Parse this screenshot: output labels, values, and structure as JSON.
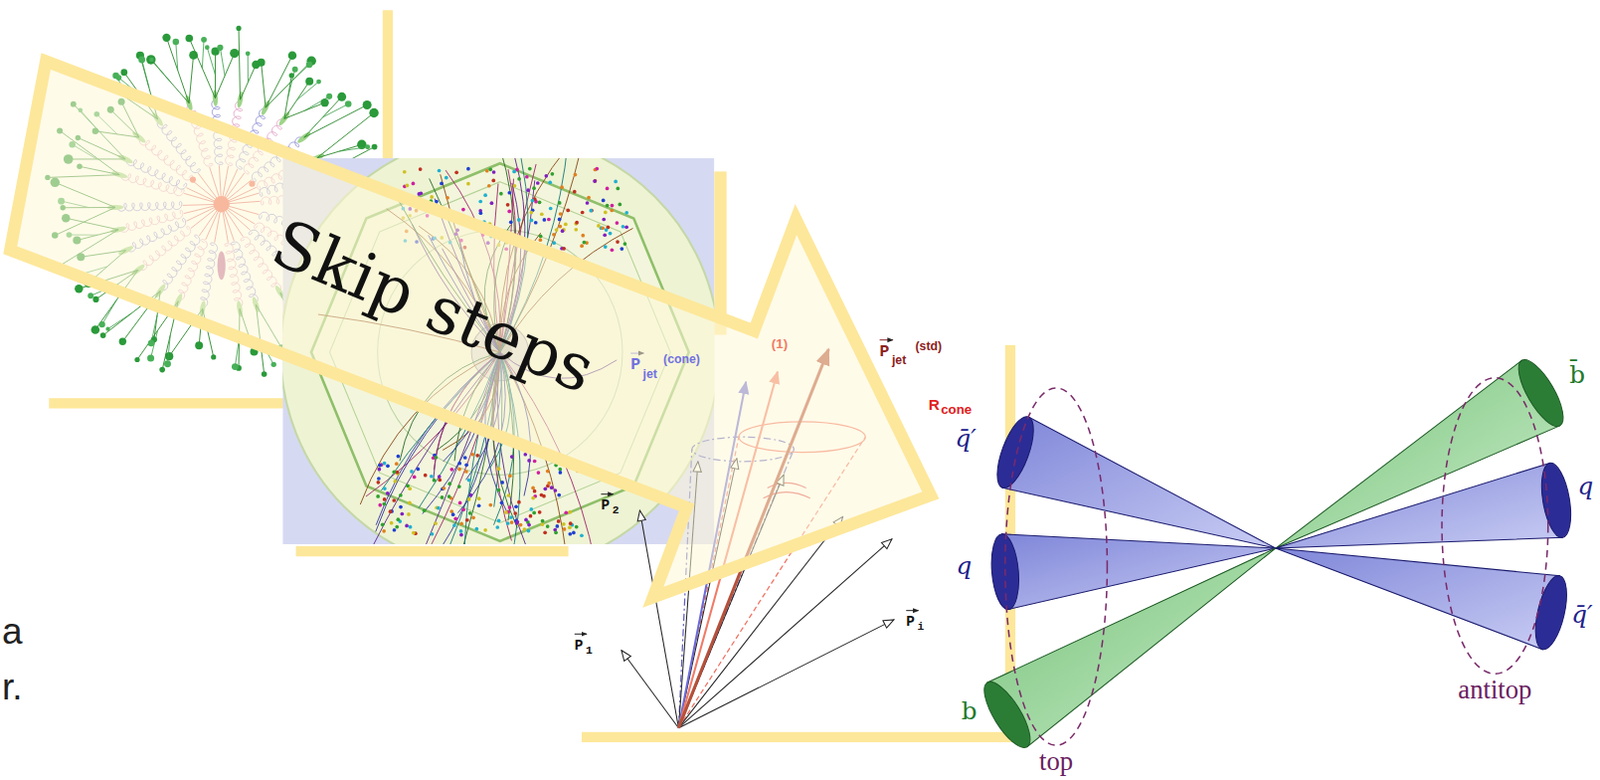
{
  "diagram": {
    "nodes": [
      {
        "text": [
          "Skip steps"
        ]
      },
      {
        "text": [
          "top"
        ]
      },
      {
        "text": [
          "antitop"
        ]
      }
    ],
    "labels": [
      "P",
      "jet",
      "(cone)",
      "(1)",
      "P",
      "jet",
      "(std)",
      "R",
      "cone",
      "P",
      "2",
      "P",
      "1",
      "P",
      "i",
      "q̄′",
      "q",
      "b",
      "b̄",
      "q",
      "q̄′",
      "a",
      "r."
    ]
  }
}
